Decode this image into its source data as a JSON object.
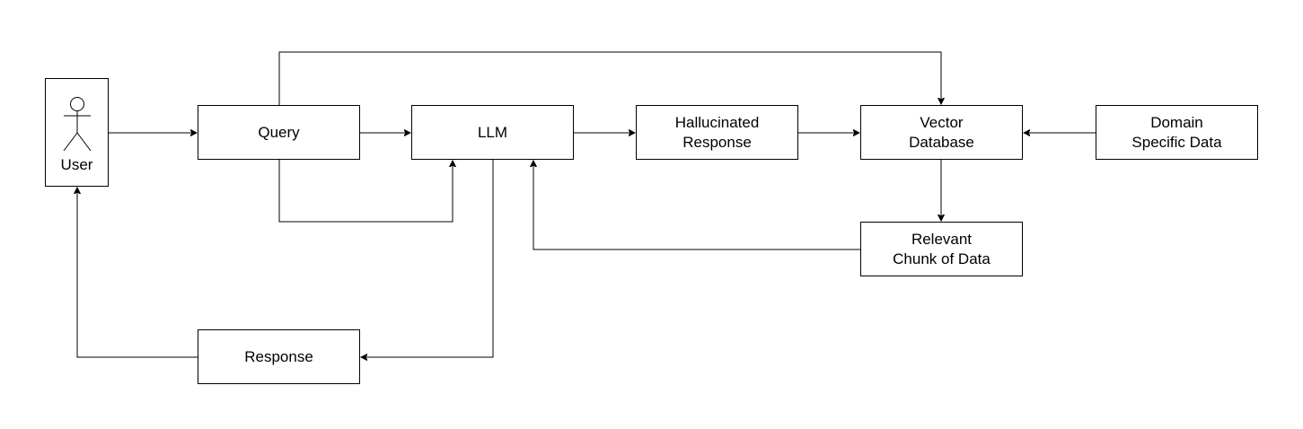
{
  "nodes": {
    "user": "User",
    "query": "Query",
    "llm": "LLM",
    "hallucinated": "Hallucinated\nResponse",
    "vector_db": "Vector\nDatabase",
    "domain_data": "Domain\nSpecific Data",
    "relevant_chunk": "Relevant\nChunk of Data",
    "response": "Response"
  },
  "edges": [
    {
      "from": "user",
      "to": "query"
    },
    {
      "from": "query",
      "to": "llm"
    },
    {
      "from": "query",
      "to": "llm"
    },
    {
      "from": "query",
      "to": "vector_db"
    },
    {
      "from": "llm",
      "to": "hallucinated"
    },
    {
      "from": "hallucinated",
      "to": "vector_db"
    },
    {
      "from": "domain_data",
      "to": "vector_db"
    },
    {
      "from": "vector_db",
      "to": "relevant_chunk"
    },
    {
      "from": "relevant_chunk",
      "to": "llm"
    },
    {
      "from": "llm",
      "to": "response"
    },
    {
      "from": "response",
      "to": "user"
    }
  ],
  "colors": {
    "stroke": "#000000",
    "fill": "#ffffff",
    "text": "#000000"
  }
}
